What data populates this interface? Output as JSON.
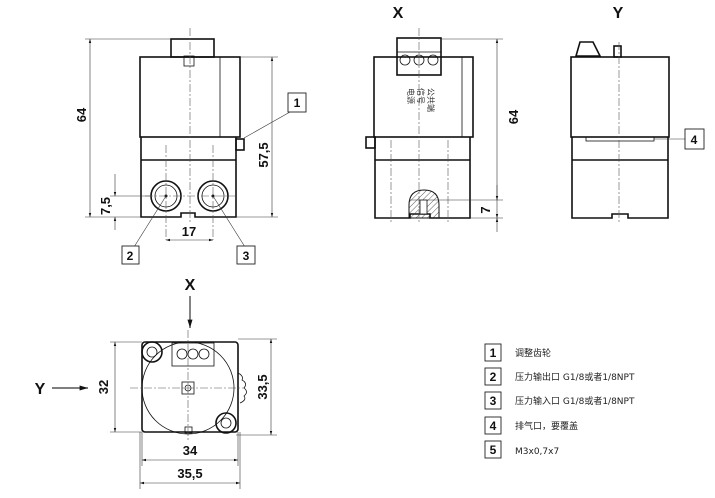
{
  "views": {
    "x_label": "X",
    "y_label": "Y",
    "bottom_x_label": "X",
    "bottom_y_label": "Y"
  },
  "dimensions": {
    "front_height": "64",
    "front_body_height": "57,5",
    "port_height": "7,5",
    "port_spacing": "17",
    "x_view_height": "64",
    "x_view_port": "7",
    "bottom_depth": "32",
    "bottom_depth_total": "33,5",
    "bottom_width": "34",
    "bottom_width_total": "35,5"
  },
  "terminal_labels": [
    "电源",
    "信号",
    "公共端"
  ],
  "callouts": [
    "1",
    "2",
    "3",
    "4"
  ],
  "legend": [
    {
      "num": "1",
      "text": "调整齿轮"
    },
    {
      "num": "2",
      "text": "压力输出口 G1/8或者1/8NPT"
    },
    {
      "num": "3",
      "text": "压力输入口 G1/8或者1/8NPT"
    },
    {
      "num": "4",
      "text": "排气口，要覆盖"
    },
    {
      "num": "5",
      "text": "M3x0,7x7"
    }
  ]
}
